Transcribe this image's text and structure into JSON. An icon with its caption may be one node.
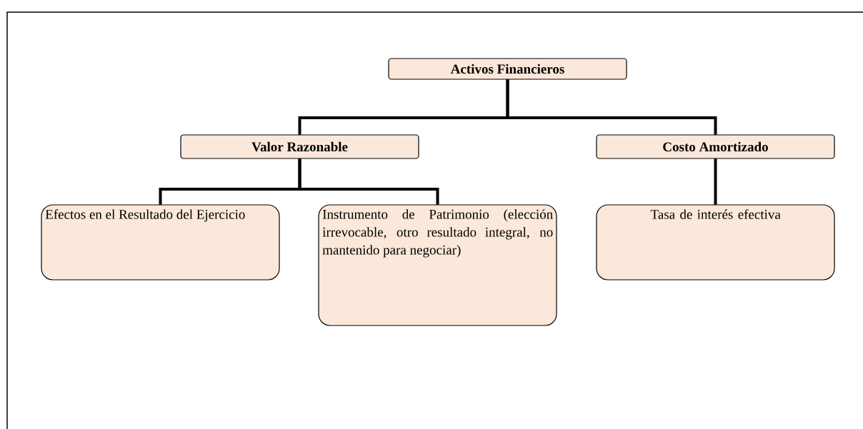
{
  "diagram": {
    "nodes": [
      {
        "text": [
          "Activos Financieros"
        ]
      },
      {
        "text": [
          "Valor Razonable"
        ]
      },
      {
        "text": [
          "Costo Amortizado"
        ]
      },
      {
        "text": [
          "Efectos en el Resultado del Ejercicio"
        ]
      },
      {
        "text": [
          "Instrumento de Patrimonio (elección irrevocable, otro resultado integral, no mantenido para negociar)"
        ]
      },
      {
        "text": [
          "Tasa de interés efectiva"
        ]
      }
    ],
    "edges": [
      {
        "from": 0,
        "to": 1,
        "arrow": "none"
      },
      {
        "from": 0,
        "to": 2,
        "arrow": "none"
      },
      {
        "from": 1,
        "to": 3,
        "arrow": "none"
      },
      {
        "from": 1,
        "to": 4,
        "arrow": "none"
      },
      {
        "from": 2,
        "to": 5,
        "arrow": "none"
      }
    ]
  }
}
